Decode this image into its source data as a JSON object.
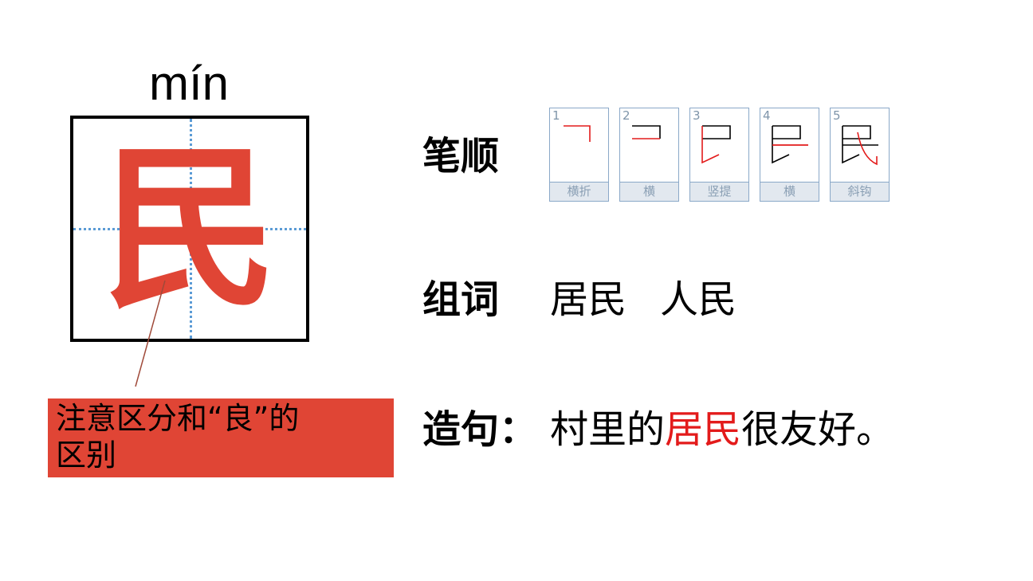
{
  "character": {
    "pinyin": "mín",
    "glyph": "民",
    "glyph_color": "#e04535",
    "guide_line_color": "#5b9bd5"
  },
  "note": {
    "text_line1": "注意区分和“良”的",
    "text_line2": "区别",
    "background_color": "#e04535"
  },
  "stroke_order": {
    "label": "笔顺",
    "strokes": [
      {
        "number": "1",
        "name": "横折"
      },
      {
        "number": "2",
        "name": "横"
      },
      {
        "number": "3",
        "name": "竖提"
      },
      {
        "number": "4",
        "name": "横"
      },
      {
        "number": "5",
        "name": "斜钩"
      }
    ]
  },
  "word_building": {
    "label": "组词",
    "words": [
      "居民",
      "人民"
    ]
  },
  "sentence_making": {
    "label": "造句：",
    "prefix": "村里的",
    "highlight": "居民",
    "suffix": "很友好。",
    "highlight_color": "#e31b1b"
  }
}
